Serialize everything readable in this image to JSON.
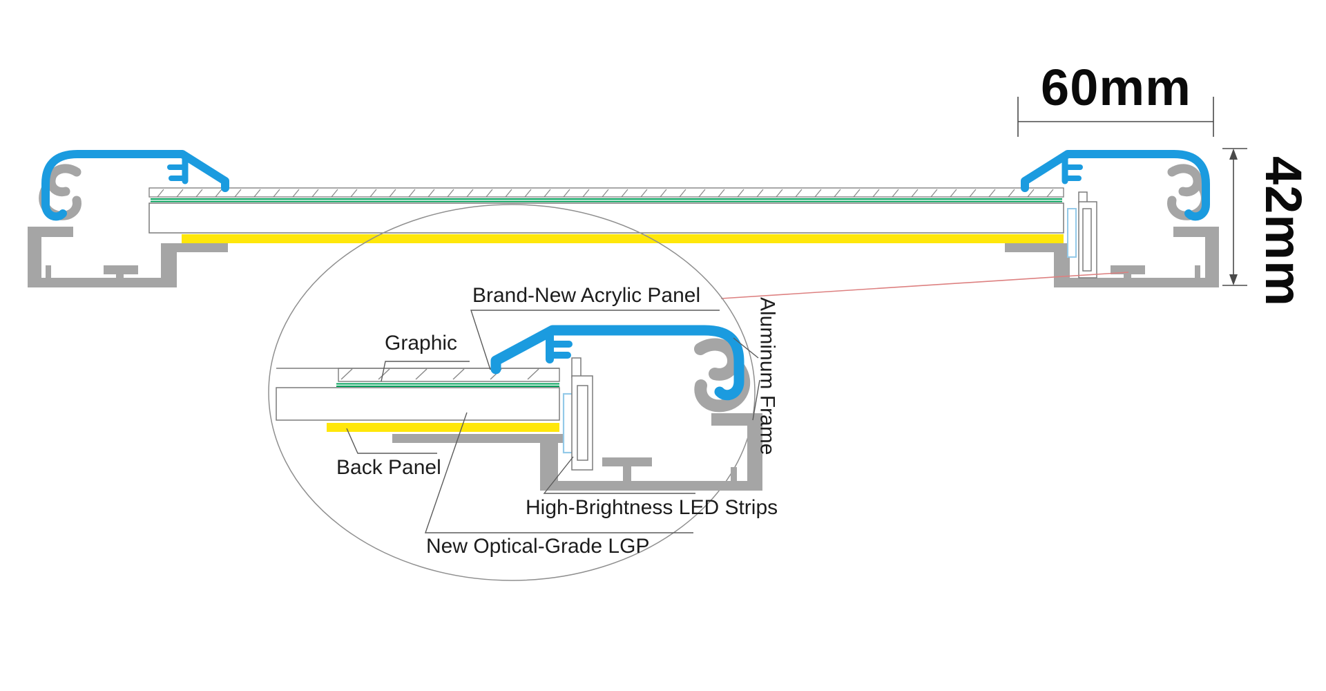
{
  "diagram": {
    "dimensions": {
      "width_label": "60mm",
      "height_label": "42mm"
    },
    "detail_labels": {
      "acrylic_panel": "Brand-New Acrylic Panel",
      "graphic": "Graphic",
      "aluminum_frame": "Aluminum Frame",
      "back_panel": "Back Panel",
      "led_strips": "High-Brightness LED Strips",
      "lgp": "New Optical-Grade LGP"
    },
    "colors": {
      "frame_blue": "#1b9bdf",
      "aluminum_gray": "#a5a5a5",
      "back_panel_yellow": "#ffe70a",
      "graphic_green": "#00a05a",
      "led_outline_blue": "#93c9e8",
      "callout_red": "#dd8080",
      "line_gray": "#8a8a8a",
      "text_dark": "#1c1c1c"
    }
  }
}
